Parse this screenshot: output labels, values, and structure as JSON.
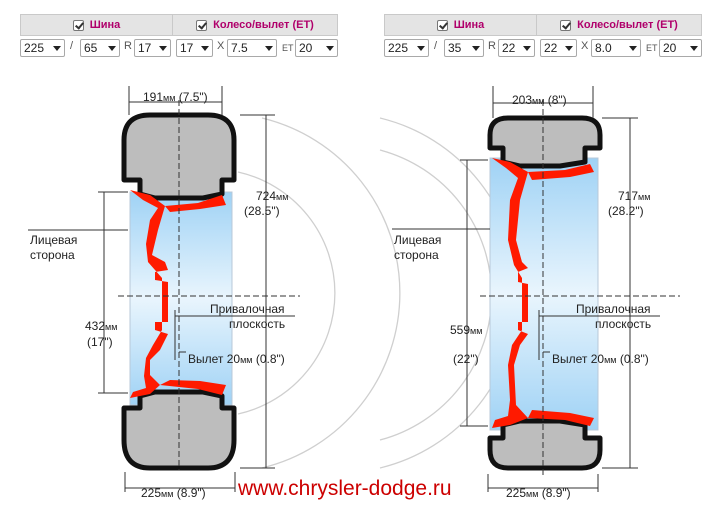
{
  "left": {
    "tire_label": "Шина",
    "wheel_label": "Колесо/вылет (ET)",
    "width": "225",
    "profile": "65",
    "r_label": "R",
    "tire_rim": "17",
    "wheel_dia": "17",
    "x_label": "X",
    "wheel_width": "7.5",
    "et_label": "ET",
    "et": "20",
    "top_num": "191",
    "top_unit": "мм",
    "top_inch": " (7.5\")",
    "dia_num": "724",
    "dia_unit": "мм",
    "dia_inch": "(28.5\")",
    "rim_num": "432",
    "rim_unit": "мм",
    "rim_inch": "(17\")",
    "bottom_num": "225",
    "bottom_unit": "мм",
    "bottom_inch": " (8.9\")",
    "face_1": "Лицевая",
    "face_2": "сторона",
    "mount_1": "Привалочная",
    "mount_2": "плоскость",
    "offset_pre": "Вылет ",
    "offset_num": "20",
    "offset_unit": "мм",
    "offset_inch": " (0.8\")"
  },
  "right": {
    "tire_label": "Шина",
    "wheel_label": "Колесо/вылет (ET)",
    "width": "225",
    "profile": "35",
    "r_label": "R",
    "tire_rim": "22",
    "wheel_dia": "22",
    "x_label": "X",
    "wheel_width": "8.0",
    "et_label": "ET",
    "et": "20",
    "top_num": "203",
    "top_unit": "мм",
    "top_inch": " (8\")",
    "dia_num": "717",
    "dia_unit": "мм",
    "dia_inch": "(28.2\")",
    "rim_num": "559",
    "rim_unit": "мм",
    "rim_inch": "(22\")",
    "bottom_num": "225",
    "bottom_unit": "мм",
    "bottom_inch": " (8.9\")",
    "face_1": "Лицевая",
    "face_2": "сторона",
    "mount_1": "Привалочная",
    "mount_2": "плоскость",
    "offset_pre": "Вылет ",
    "offset_num": "20",
    "offset_unit": "мм",
    "offset_inch": " (0.8\")"
  },
  "footer_url": "www.chrysler-dodge.ru",
  "colors": {
    "header_text": "#b0006b",
    "rim_red": "#ff1a00",
    "tire_gray": "#bdbdbd",
    "footer": "#cc0000"
  }
}
